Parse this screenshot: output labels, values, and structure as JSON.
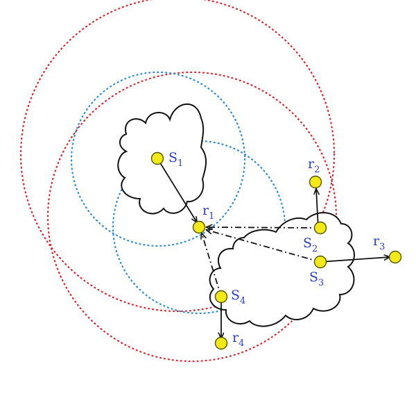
{
  "colors": {
    "red_circle": "#e0222a",
    "blue_circle": "#2a8ad6",
    "node_fill": "#f2e81a",
    "node_stroke": "#555500",
    "label": "#2a3cc8",
    "line": "#111111"
  },
  "nodes": {
    "S1": {
      "main": "S",
      "sub": "1"
    },
    "S2": {
      "main": "S",
      "sub": "2"
    },
    "S3": {
      "main": "S",
      "sub": "3"
    },
    "S4": {
      "main": "S",
      "sub": "4"
    },
    "r1": {
      "main": "r",
      "sub": "1"
    },
    "r2": {
      "main": "r",
      "sub": "2"
    },
    "r3": {
      "main": "r",
      "sub": "3"
    },
    "r4": {
      "main": "r",
      "sub": "4"
    }
  }
}
